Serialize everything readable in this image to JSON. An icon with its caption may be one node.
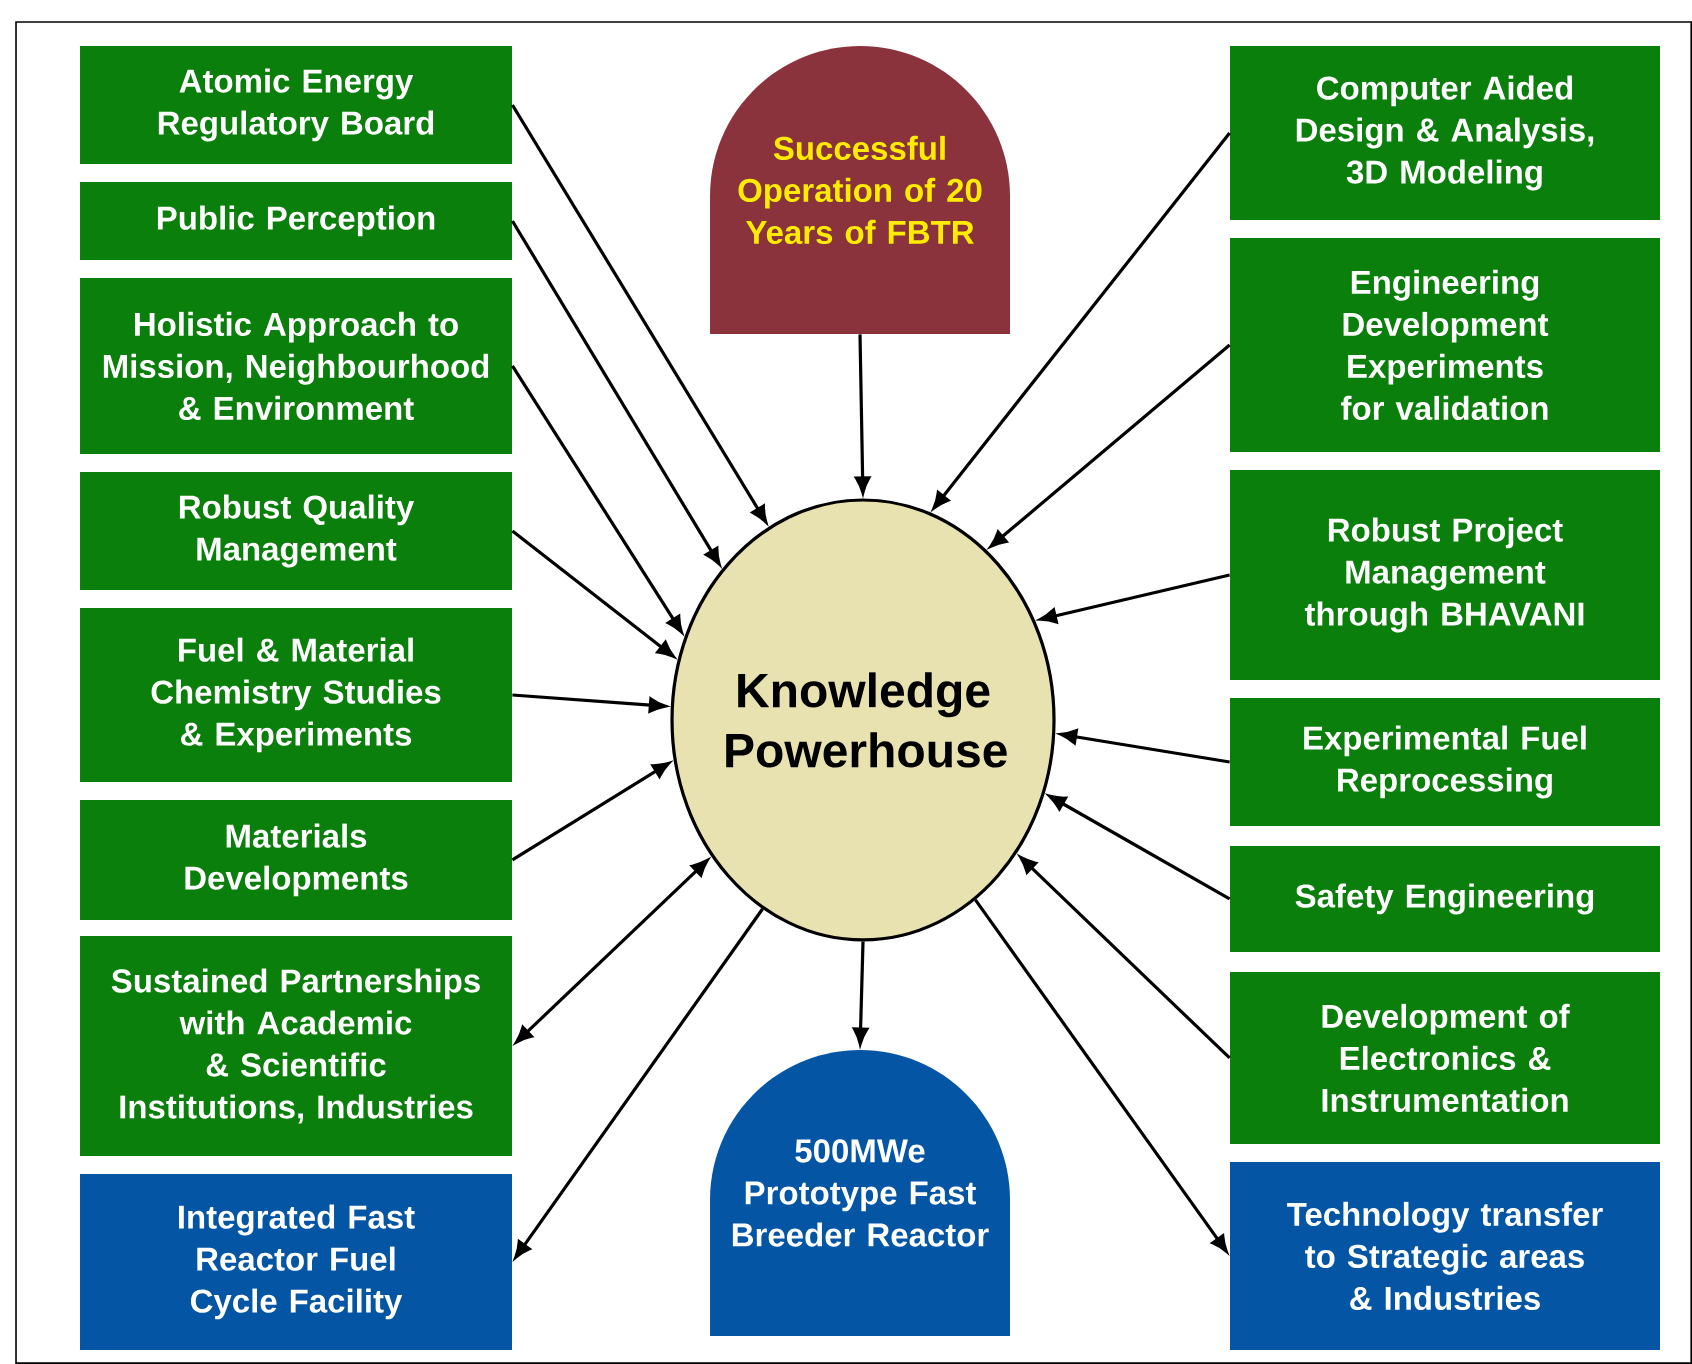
{
  "diagram": {
    "nodes": [
      {
        "text": [
          "Atomic Energy Regulatory Board"
        ]
      },
      {
        "text": [
          "Public Perception"
        ]
      },
      {
        "text": [
          "Holistic Approach to Mission, Neighbourhood & Environment"
        ]
      },
      {
        "text": [
          "Robust Quality Management"
        ]
      },
      {
        "text": [
          "Fuel & Material Chemistry Studies & Experiments"
        ]
      },
      {
        "text": [
          "Materials Developments"
        ]
      },
      {
        "text": [
          "Sustained Partnerships with Academic & Scientific Institutions, Industries"
        ]
      },
      {
        "text": [
          "Integrated Fast Reactor Fuel Cycle Facility"
        ]
      },
      {
        "text": [
          "Successful Operation of 20 Years of FBTR"
        ]
      },
      {
        "text": [
          "Knowledge Powerhouse"
        ]
      },
      {
        "text": [
          "500MWe Prototype Fast Breeder Reactor"
        ]
      },
      {
        "text": [
          "Computer Aided Design & Analysis, 3D Modeling"
        ]
      },
      {
        "text": [
          "Engineering Development Experiments for validation"
        ]
      },
      {
        "text": [
          "Robust Project Management through BHAVANI"
        ]
      },
      {
        "text": [
          "Experimental Fuel Reprocessing"
        ]
      },
      {
        "text": [
          "Safety Engineering"
        ]
      },
      {
        "text": [
          "Development of Electronics & Instrumentation"
        ]
      },
      {
        "text": [
          "Technology transfer to Strategic areas & Industries"
        ]
      }
    ],
    "edges": [
      {
        "from": 0,
        "to": 9,
        "arrow": "to"
      },
      {
        "from": 1,
        "to": 9,
        "arrow": "to"
      },
      {
        "from": 2,
        "to": 9,
        "arrow": "to"
      },
      {
        "from": 3,
        "to": 9,
        "arrow": "to"
      },
      {
        "from": 4,
        "to": 9,
        "arrow": "to"
      },
      {
        "from": 5,
        "to": 9,
        "arrow": "to"
      },
      {
        "from": 6,
        "to": 9,
        "arrow": "both"
      },
      {
        "from": 9,
        "to": 7,
        "arrow": "to"
      },
      {
        "from": 8,
        "to": 9,
        "arrow": "to"
      },
      {
        "from": 9,
        "to": 10,
        "arrow": "to"
      },
      {
        "from": 11,
        "to": 9,
        "arrow": "to"
      },
      {
        "from": 12,
        "to": 9,
        "arrow": "to"
      },
      {
        "from": 13,
        "to": 9,
        "arrow": "to"
      },
      {
        "from": 14,
        "to": 9,
        "arrow": "to"
      },
      {
        "from": 15,
        "to": 9,
        "arrow": "to"
      },
      {
        "from": 16,
        "to": 9,
        "arrow": "to"
      },
      {
        "from": 9,
        "to": 17,
        "arrow": "to"
      }
    ]
  }
}
